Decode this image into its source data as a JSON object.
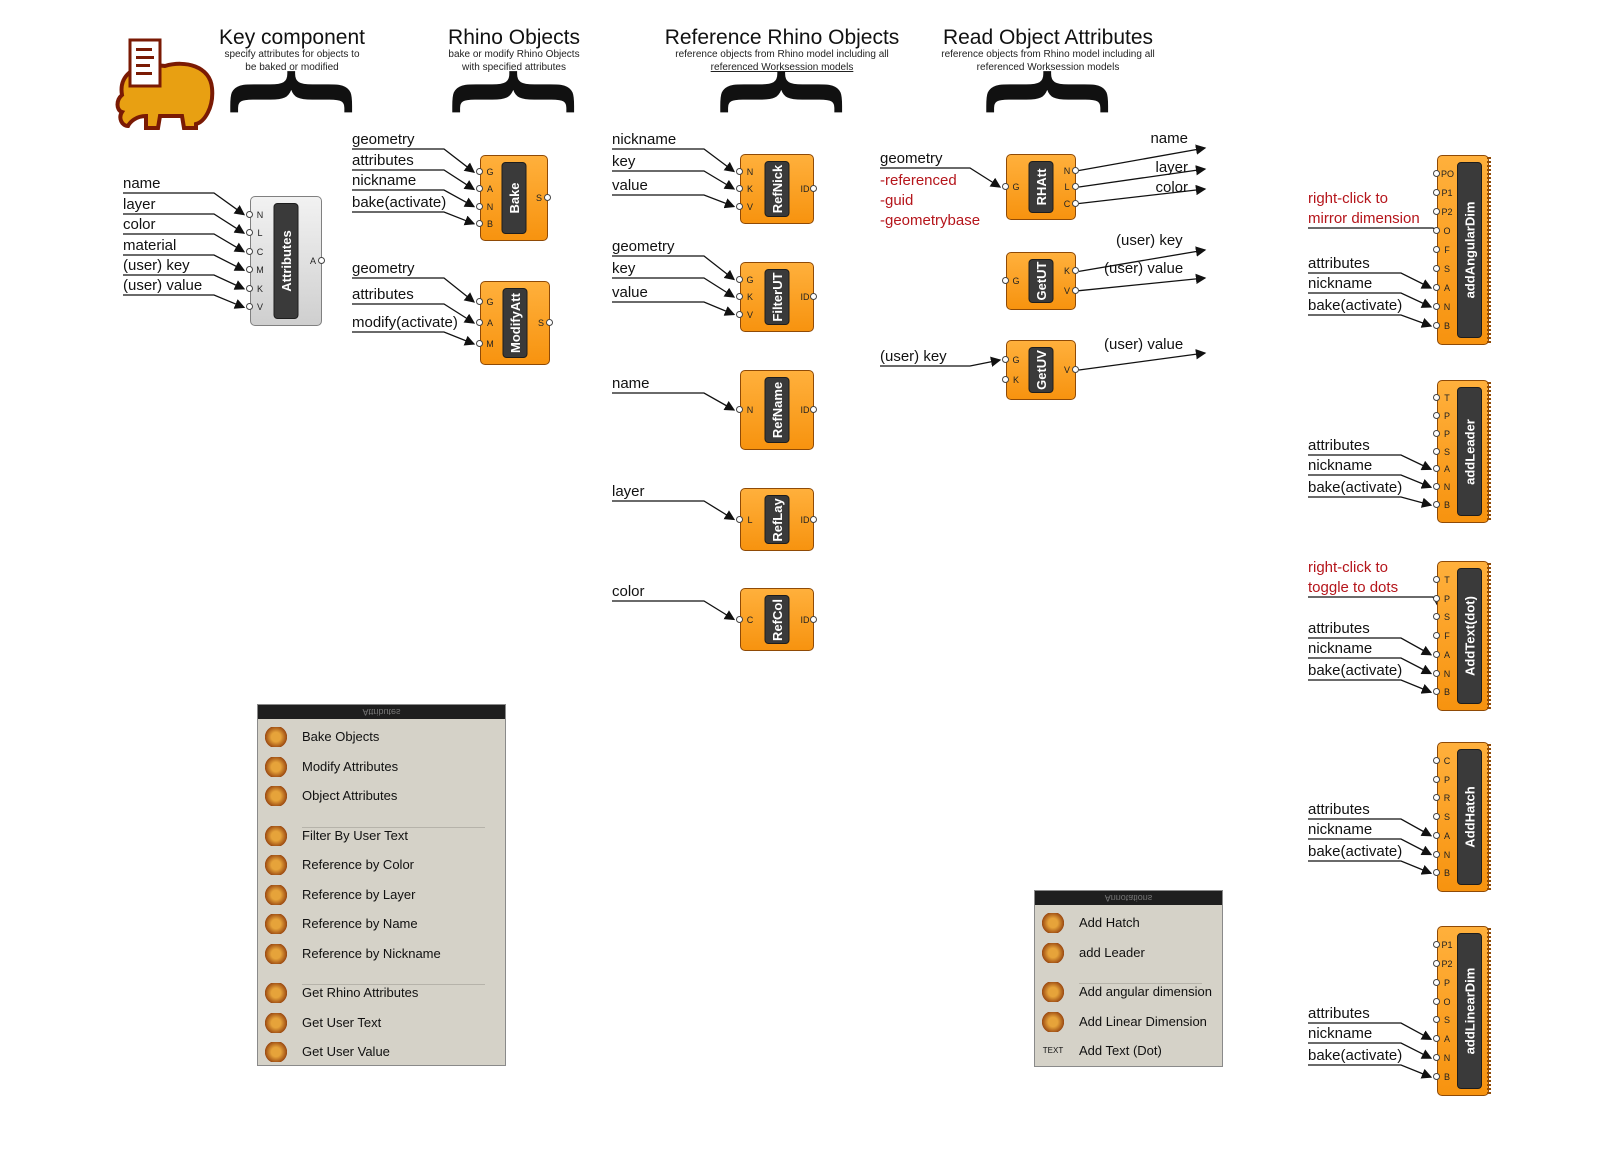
{
  "logo": {
    "icon": "elephant-document-icon"
  },
  "sections": [
    {
      "id": "key",
      "title": "Key component",
      "subtitle_lines": [
        "specify attributes for objects to",
        "be baked or modified"
      ]
    },
    {
      "id": "rhino",
      "title": "Rhino Objects",
      "subtitle_lines": [
        "bake or modify Rhino Objects",
        "with specified attributes"
      ]
    },
    {
      "id": "ref",
      "title": "Reference Rhino Objects",
      "subtitle_lines": [
        "reference objects from Rhino model including all",
        "referenced Worksession models"
      ]
    },
    {
      "id": "read",
      "title": "Read Object Attributes",
      "subtitle_lines": [
        "reference objects from Rhino model including all",
        "referenced Worksession models"
      ]
    }
  ],
  "brace": "{",
  "components": {
    "attributes": {
      "name": "Attributes",
      "inputs": [
        "N",
        "L",
        "C",
        "M",
        "K",
        "V"
      ],
      "outputs": [
        "A"
      ],
      "input_labels": [
        "name",
        "layer",
        "color",
        "material",
        "(user) key",
        "(user) value"
      ]
    },
    "bake": {
      "name": "Bake",
      "inputs": [
        "G",
        "A",
        "N",
        "B"
      ],
      "outputs": [
        "S"
      ],
      "input_labels": [
        "geometry",
        "attributes",
        "nickname",
        "bake(activate)"
      ]
    },
    "modifyatt": {
      "name": "ModifyAtt",
      "inputs": [
        "G",
        "A",
        "M"
      ],
      "outputs": [
        "S"
      ],
      "input_labels": [
        "geometry",
        "attributes",
        "modify(activate)"
      ]
    },
    "refnick": {
      "name": "RefNick",
      "inputs": [
        "N",
        "K",
        "V"
      ],
      "outputs": [
        "ID"
      ],
      "input_labels": [
        "nickname",
        "key",
        "value"
      ]
    },
    "filterut": {
      "name": "FilterUT",
      "inputs": [
        "G",
        "K",
        "V"
      ],
      "outputs": [
        "ID"
      ],
      "input_labels": [
        "geometry",
        "key",
        "value"
      ]
    },
    "refname": {
      "name": "RefName",
      "inputs": [
        "N"
      ],
      "outputs": [
        "ID"
      ],
      "input_labels": [
        "name"
      ]
    },
    "reflay": {
      "name": "RefLay",
      "inputs": [
        "L"
      ],
      "outputs": [
        "ID"
      ],
      "input_labels": [
        "layer"
      ]
    },
    "refcol": {
      "name": "RefCol",
      "inputs": [
        "C"
      ],
      "outputs": [
        "ID"
      ],
      "input_labels": [
        "color"
      ]
    },
    "rhatt": {
      "name": "RHAtt",
      "inputs": [
        "G"
      ],
      "outputs": [
        "N",
        "L",
        "C"
      ],
      "input_labels": [
        "geometry"
      ],
      "input_notes": [
        "-referenced",
        "-guid",
        "-geometrybase"
      ],
      "output_labels": [
        "name",
        "layer",
        "color"
      ]
    },
    "getut": {
      "name": "GetUT",
      "inputs": [
        "G"
      ],
      "outputs": [
        "K",
        "V"
      ],
      "output_labels": [
        "(user) key",
        "(user) value"
      ]
    },
    "getuv": {
      "name": "GetUV",
      "inputs": [
        "G",
        "K"
      ],
      "outputs": [
        "V"
      ],
      "input_labels": [
        "(user) key"
      ],
      "output_labels": [
        "(user) value"
      ]
    },
    "addangulardim": {
      "name": "addAngularDim",
      "inputs": [
        "PO",
        "P1",
        "P2",
        "O",
        "F",
        "S",
        "A",
        "N",
        "B"
      ],
      "note": [
        "right-click to",
        "mirror dimension"
      ],
      "input_labels": [
        "attributes",
        "nickname",
        "bake(activate)"
      ]
    },
    "addleader": {
      "name": "addLeader",
      "inputs": [
        "T",
        "P",
        "P",
        "S",
        "A",
        "N",
        "B"
      ],
      "input_labels": [
        "attributes",
        "nickname",
        "bake(activate)"
      ]
    },
    "addtextdot": {
      "name": "AddText(dot)",
      "inputs": [
        "T",
        "P",
        "S",
        "F",
        "A",
        "N",
        "B"
      ],
      "note": [
        "right-click to",
        "toggle to dots"
      ],
      "input_labels": [
        "attributes",
        "nickname",
        "bake(activate)"
      ]
    },
    "addhatch": {
      "name": "AddHatch",
      "inputs": [
        "C",
        "P",
        "R",
        "S",
        "A",
        "N",
        "B"
      ],
      "input_labels": [
        "attributes",
        "nickname",
        "bake(activate)"
      ]
    },
    "addlineardim": {
      "name": "addLinearDim",
      "inputs": [
        "P1",
        "P2",
        "P",
        "O",
        "S",
        "A",
        "N",
        "B"
      ],
      "input_labels": [
        "attributes",
        "nickname",
        "bake(activate)"
      ]
    }
  },
  "attributes_panel": {
    "title": "Attributes",
    "groups": [
      [
        {
          "label": "Bake Objects",
          "icon": "bread-icon"
        },
        {
          "label": "Modify Attributes",
          "icon": "modify-icon"
        },
        {
          "label": "Object Attributes",
          "icon": "document-icon"
        }
      ],
      [
        {
          "label": "Filter By User Text",
          "icon": "funnel-icon"
        },
        {
          "label": "Reference by Color",
          "icon": "color-icon"
        },
        {
          "label": "Reference by Layer",
          "icon": "layer-icon"
        },
        {
          "label": "Reference by Name",
          "icon": "name-icon"
        },
        {
          "label": "Reference by Nickname",
          "icon": "nickname-icon"
        }
      ],
      [
        {
          "label": "Get Rhino Attributes",
          "icon": "color-wheel-icon"
        },
        {
          "label": "Get User Text",
          "icon": "user-text-icon"
        },
        {
          "label": "Get User Value",
          "icon": "user-value-icon"
        }
      ]
    ]
  },
  "annotations_panel": {
    "title": "Annotations",
    "groups": [
      [
        {
          "label": "Add Hatch",
          "icon": "hatch-icon"
        },
        {
          "label": "add Leader",
          "icon": "leader-icon"
        }
      ],
      [
        {
          "label": "Add angular dimension",
          "icon": "angular-dimension-icon"
        },
        {
          "label": "Add Linear Dimension",
          "icon": "linear-dimension-icon"
        },
        {
          "label": "Add Text (Dot)",
          "icon": "text-icon",
          "glyph": "TEXT"
        }
      ]
    ]
  }
}
